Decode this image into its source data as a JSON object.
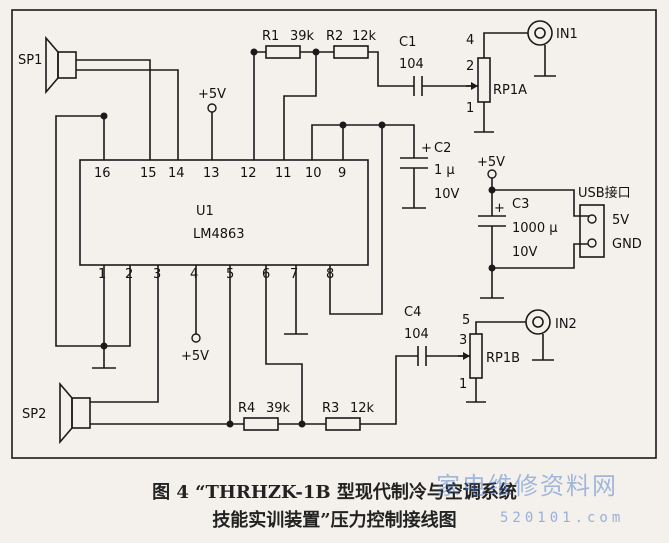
{
  "ic": {
    "name": "U1",
    "part": "LM4863",
    "top_pins": [
      "16",
      "15",
      "14",
      "13",
      "12",
      "11",
      "10",
      "9"
    ],
    "bottom_pins": [
      "1",
      "2",
      "3",
      "4",
      "5",
      "6",
      "7",
      "8"
    ]
  },
  "speakers": {
    "sp1": "SP1",
    "sp2": "SP2"
  },
  "resistors": {
    "r1": {
      "name": "R1",
      "value": "39k"
    },
    "r2": {
      "name": "R2",
      "value": "12k"
    },
    "r3": {
      "name": "R3",
      "value": "12k"
    },
    "r4": {
      "name": "R4",
      "value": "39k"
    }
  },
  "capacitors": {
    "c1": {
      "name": "C1",
      "value": "104"
    },
    "c2": {
      "name": "C2",
      "value": "1 μ",
      "voltage": "10V"
    },
    "c3": {
      "name": "C3",
      "value": "1000 μ",
      "voltage": "10V"
    },
    "c4": {
      "name": "C4",
      "value": "104"
    }
  },
  "potentiometers": {
    "rp1a": {
      "name": "RP1A",
      "pins": [
        "4",
        "2",
        "1"
      ]
    },
    "rp1b": {
      "name": "RP1B",
      "pins": [
        "5",
        "3",
        "1"
      ]
    }
  },
  "inputs": {
    "in1": "IN1",
    "in2": "IN2"
  },
  "power": {
    "plus5v": "+5V"
  },
  "plus_sign": "+",
  "usb": {
    "title": "USB接口",
    "pin1": "5V",
    "pin2": "GND"
  },
  "caption": {
    "line1": "图 4 “THRHZK-1B 型现代制冷与空调系统",
    "line2": "技能实训装置”压力控制接线图"
  },
  "watermark": {
    "site_name": "家电维修资料网",
    "url": "520101.com"
  }
}
